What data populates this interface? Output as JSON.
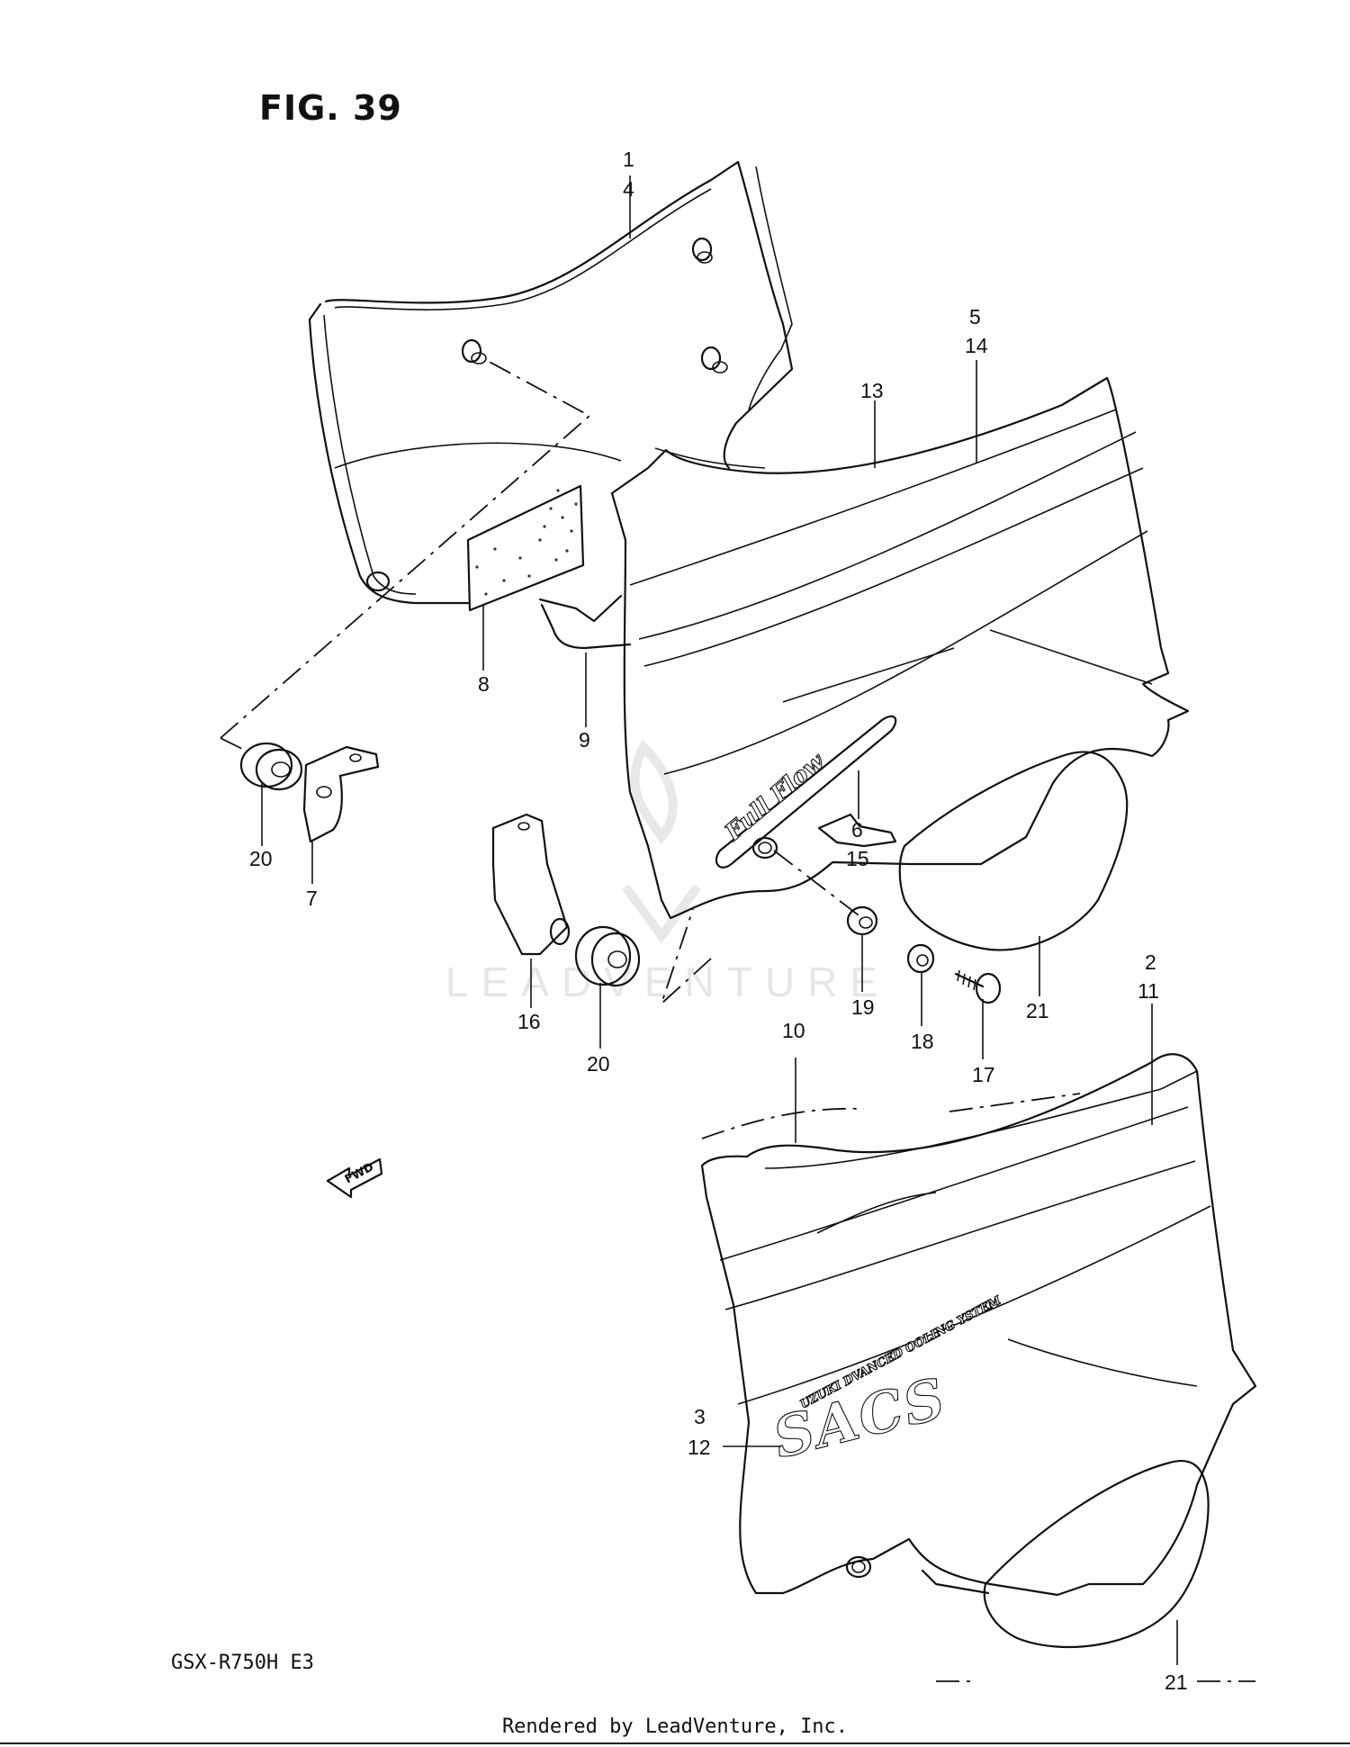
{
  "figure": {
    "title": "FIG. 39",
    "model": "GSX-R750H  E3",
    "footer": "Rendered by LeadVenture, Inc.",
    "watermark": "LEADVENTURE"
  },
  "logos": {
    "fullflow": "Full Flow",
    "sacs_big": "SACS",
    "sacs_small": "UZUKI DVANCED OOLING YSTEM"
  },
  "callouts": {
    "c1": "1",
    "c4": "4",
    "c5": "5",
    "c14": "14",
    "c13": "13",
    "c8": "8",
    "c9": "9",
    "c6": "6",
    "c15": "15",
    "c20a": "20",
    "c7": "7",
    "c16": "16",
    "c20b": "20",
    "c19": "19",
    "c18": "18",
    "c17": "17",
    "c21a": "21",
    "c2": "2",
    "c11": "11",
    "c10": "10",
    "c3": "3",
    "c12": "12",
    "c21b": "21"
  },
  "fwd_label": "FWD"
}
